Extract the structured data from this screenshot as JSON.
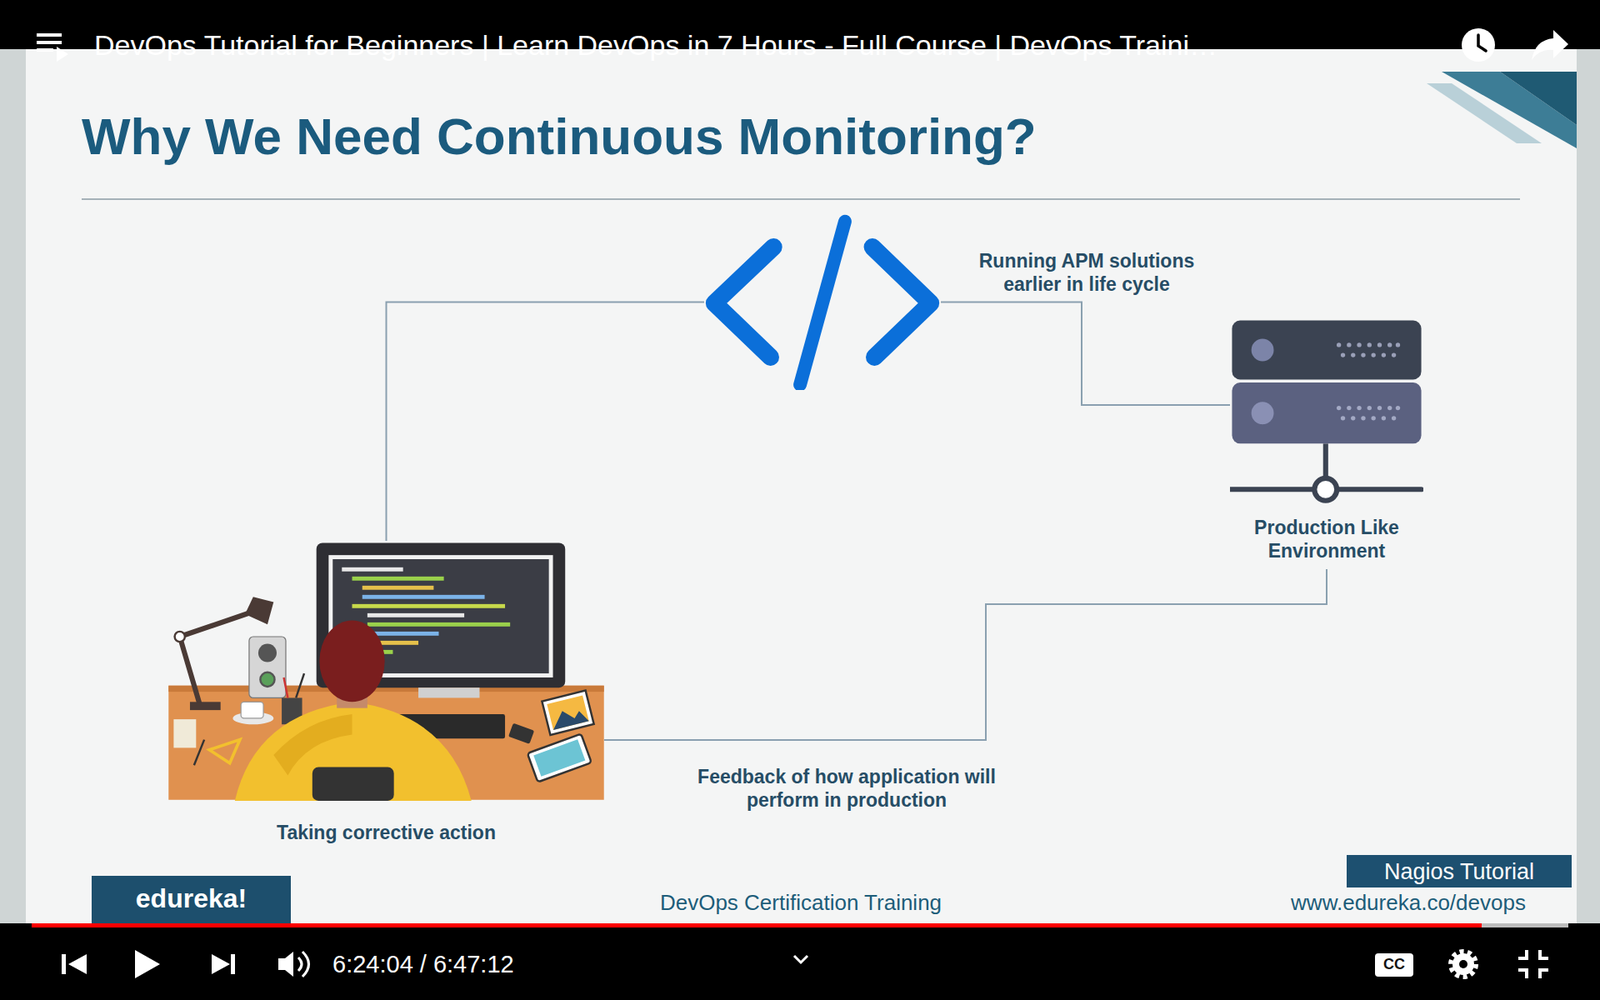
{
  "diagram": {
    "title": "Why We Need Continuous Monitoring?",
    "nodes": [
      {
        "text": [
          "Running APM solutions earlier in life cycle"
        ]
      },
      {
        "text": [
          "Production Like Environment"
        ]
      },
      {
        "text": [
          "Taking corrective action"
        ]
      }
    ],
    "edges": [
      {
        "from": 2,
        "to": 0,
        "arrow": "none"
      },
      {
        "from": 0,
        "to": 1,
        "arrow": "none"
      },
      {
        "from": 1,
        "to": 2,
        "label": "Feedback of how application will perform in production",
        "arrow": "none"
      }
    ],
    "labels": [
      "DevOps Tutorial for Beginners | Learn DevOps in 7 Hours - Full Course | DevOps Traini…",
      "Nagios Tutorial",
      "edureka!",
      "DevOps Certification Training",
      "www.edureka.co/devops",
      "6:24:04 / 6:47:12",
      "CC"
    ]
  }
}
